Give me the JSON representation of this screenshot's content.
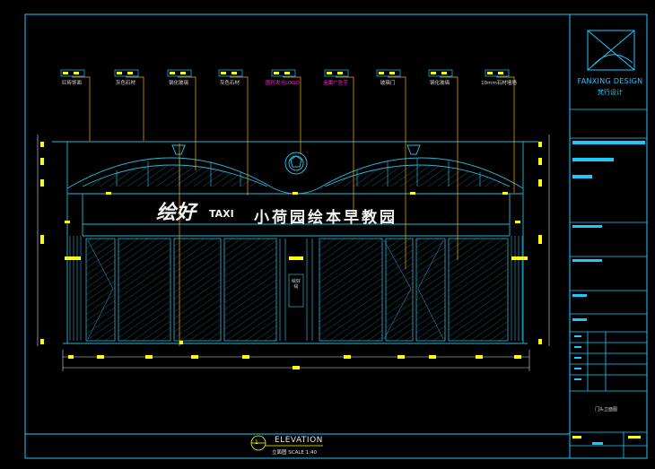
{
  "callouts": [
    {
      "text": "红砖饰面",
      "highlight": false
    },
    {
      "text": "灰色石材",
      "highlight": false
    },
    {
      "text": "钢化玻璃",
      "highlight": false
    },
    {
      "text": "灰色石材",
      "highlight": false
    },
    {
      "text": "圆形发光LOGO",
      "highlight": true
    },
    {
      "text": "金属广告字",
      "highlight": true
    },
    {
      "text": "玻璃门",
      "highlight": false
    },
    {
      "text": "钢化玻璃",
      "highlight": false
    },
    {
      "text": "10mm石材墙墙",
      "highlight": false
    }
  ],
  "watermark": {
    "logo": "绘好",
    "taxi": "TAXI",
    "text": "小荷园绘本早教园"
  },
  "door_plate": "绘好绘",
  "drawing": {
    "title": "ELEVATION",
    "subtitle": "立面图  SCALE 1:40",
    "number": "1"
  },
  "title_block": {
    "company_en": "FANXING DESIGN",
    "company_cn": "梵行设计",
    "drawing_name": "门头立面图"
  },
  "colors": {
    "background": "#000000",
    "frame": "#1fc7ff",
    "linework": "#28b6d8",
    "dimension": "#ffff00",
    "leader": "#ffb000",
    "text": "#d9d9d9",
    "highlight": "#ff2ad4"
  }
}
